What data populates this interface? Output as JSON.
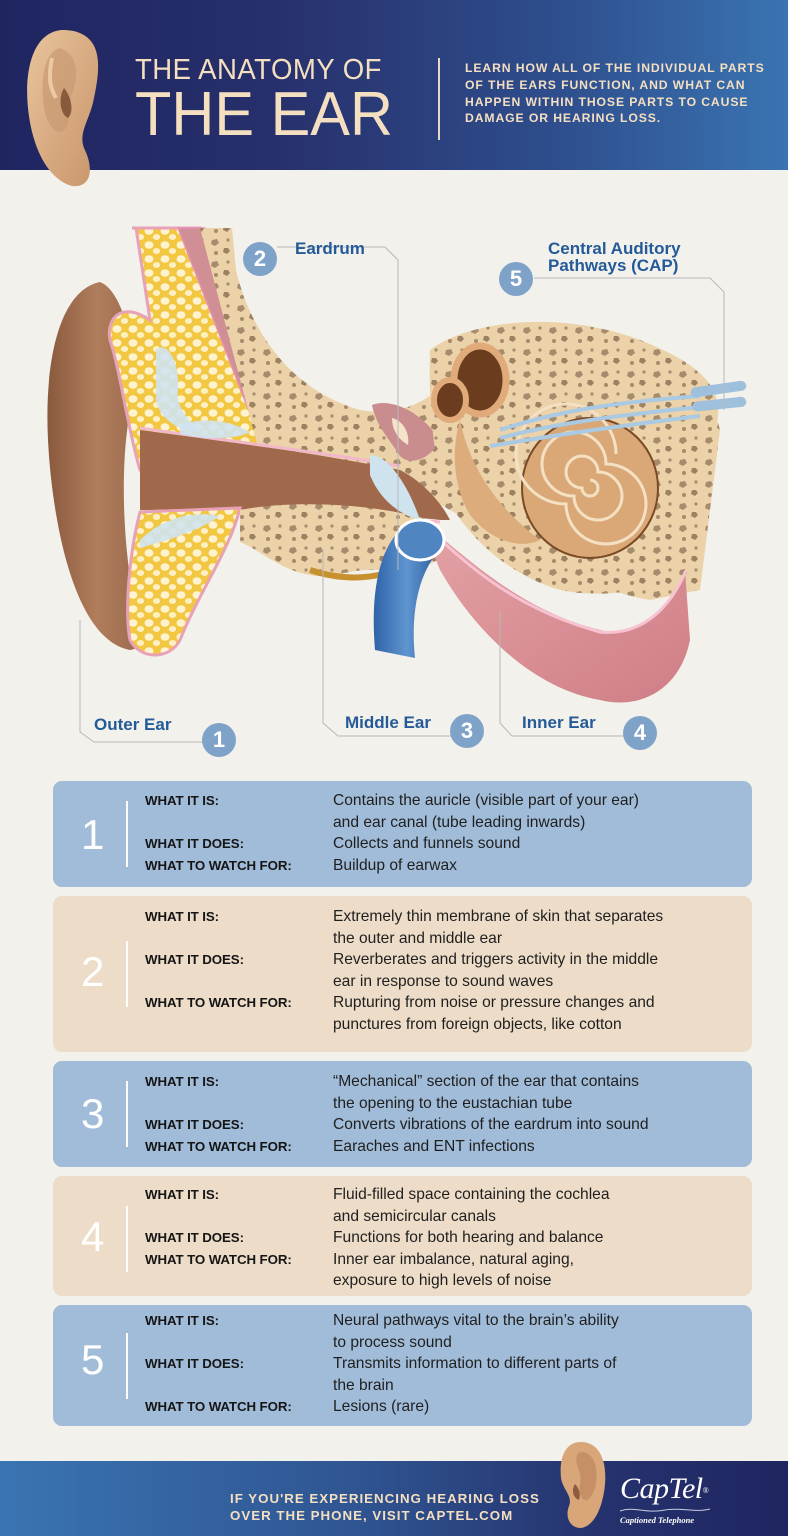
{
  "header": {
    "title_line1": "THE ANATOMY OF",
    "title_line2": "THE EAR",
    "subtitle": "LEARN HOW ALL OF THE INDIVIDUAL PARTS OF THE EARS FUNCTION, AND WHAT CAN HAPPEN WITHIN THOSE PARTS TO CAUSE DAMAGE OR HEARING LOSS.",
    "icon": "ear-illustration"
  },
  "diagram": {
    "labels": [
      {
        "number": "1",
        "name": "Outer Ear"
      },
      {
        "number": "2",
        "name": "Eardrum"
      },
      {
        "number": "3",
        "name": "Middle Ear"
      },
      {
        "number": "4",
        "name": "Inner Ear"
      },
      {
        "number": "5",
        "name": "Central Auditory Pathways (CAP)",
        "line1": "Central Auditory",
        "line2": "Pathways (CAP)"
      }
    ]
  },
  "field_labels": {
    "what_it_is": "WHAT IT IS:",
    "what_it_does": "WHAT IT DOES:",
    "watch_for": "WHAT TO WATCH FOR:"
  },
  "cards": [
    {
      "number": "1",
      "what_it_is": "Contains the auricle (visible part of your ear)\nand ear canal (tube leading inwards)",
      "what_it_does": "Collects and funnels sound",
      "watch_for": "Buildup of earwax"
    },
    {
      "number": "2",
      "what_it_is": "Extremely thin membrane of skin that separates\nthe outer and middle ear",
      "what_it_does": "Reverberates and triggers activity in the middle\near in response to sound waves",
      "watch_for": "Rupturing from noise or pressure changes and\npunctures from foreign objects, like cotton"
    },
    {
      "number": "3",
      "what_it_is": " “Mechanical” section of the ear that contains\nthe opening to the eustachian tube",
      "what_it_does": "Converts vibrations of the eardrum into sound",
      "watch_for": "Earaches and ENT infections"
    },
    {
      "number": "4",
      "what_it_is": "Fluid-filled space containing the cochlea\nand semicircular canals",
      "what_it_does": "Functions for both hearing and balance",
      "watch_for": "Inner ear imbalance, natural aging,\nexposure to high levels of noise"
    },
    {
      "number": "5",
      "what_it_is": "Neural pathways vital to the brain’s ability\nto process sound",
      "what_it_does": "Transmits information to different parts of\nthe brain",
      "watch_for": "Lesions (rare)"
    }
  ],
  "footer": {
    "line1": "IF YOU'RE EXPERIENCING HEARING LOSS",
    "line2": "OVER THE PHONE, VISIT CAPTEL.COM",
    "brand_name": "CapTel",
    "brand_reg": "®",
    "brand_tagline": "Captioned Telephone"
  },
  "colors": {
    "header_dark": "#1f2560",
    "header_light": "#3a74b2",
    "title_cream": "#f5dfc1",
    "label_blue": "#245a99",
    "badge_blue": "#7fa3c8",
    "card_blue": "#a1bcd8",
    "card_tan": "#ecdcc8",
    "background": "#f3f1ec"
  }
}
